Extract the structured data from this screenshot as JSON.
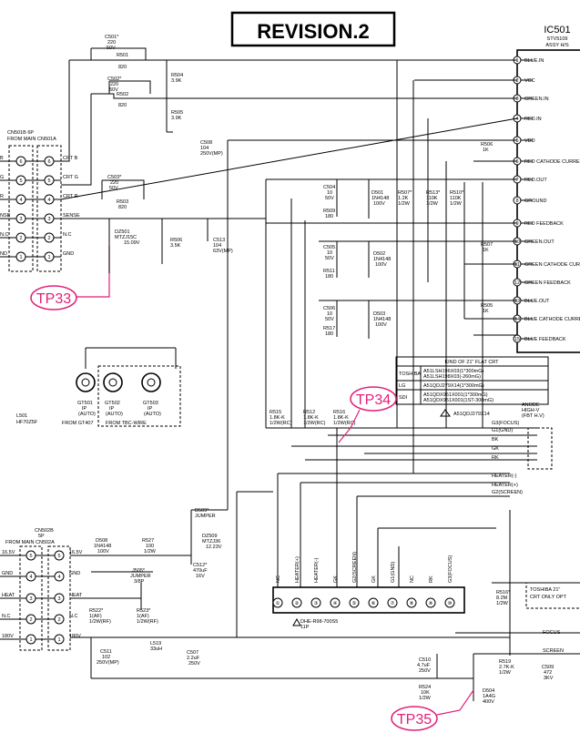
{
  "revision_title": "REVISION.2",
  "ic": {
    "name": "IC501",
    "part": "STV5109",
    "assy": "ASSY H/S"
  },
  "ic_pins": [
    {
      "n": "1",
      "label": "BLUE.IN"
    },
    {
      "n": "2",
      "label": "VCC"
    },
    {
      "n": "3",
      "label": "GREEN.IN"
    },
    {
      "n": "4",
      "label": "RED.IN"
    },
    {
      "n": "5",
      "label": "VDD"
    },
    {
      "n": "6",
      "label": "RED CATHODE CURRENT"
    },
    {
      "n": "7",
      "label": "RED.OUT"
    },
    {
      "n": "8",
      "label": "GROUND"
    },
    {
      "n": "9",
      "label": "RED FEEDBACK"
    },
    {
      "n": "10",
      "label": "GREEN.OUT"
    },
    {
      "n": "11",
      "label": "GREEN CATHODE CURRENT"
    },
    {
      "n": "12",
      "label": "GREEN FEEDBACK"
    },
    {
      "n": "13",
      "label": "BLUE.OUT"
    },
    {
      "n": "14",
      "label": "BLUE CATHODE CURRENT"
    },
    {
      "n": "15",
      "label": "BLUE FEEDBACK"
    }
  ],
  "connector_top": {
    "name": "CN501B 6P",
    "sub": "FROM MAIN CN501A"
  },
  "connector_top_pins": [
    {
      "n": "6",
      "label": "CRT B"
    },
    {
      "n": "5",
      "label": "CRT G"
    },
    {
      "n": "4",
      "label": "CRT R"
    },
    {
      "n": "3",
      "label": "SENSE"
    },
    {
      "n": "2",
      "label": "N.C"
    },
    {
      "n": "1",
      "label": "GND"
    }
  ],
  "connector_top_left": [
    "B",
    "G",
    "R",
    "NSE",
    "N.C",
    "ND"
  ],
  "connector_bottom": {
    "name": "CN502B",
    "pins_count": "5P",
    "sub": "FROM MAIN CN502A"
  },
  "connector_bottom_pins": [
    {
      "n": "5",
      "label": "16.5V"
    },
    {
      "n": "4",
      "label": "GND"
    },
    {
      "n": "3",
      "label": "HEAT"
    },
    {
      "n": "2",
      "label": "N.C"
    },
    {
      "n": "1",
      "label": "180V"
    }
  ],
  "connector_bottom_left": [
    "16.5V",
    "GND",
    "HEAT",
    "N.C",
    "180V"
  ],
  "components": {
    "C501": [
      "C501*",
      "220",
      "50V"
    ],
    "R501": [
      "R501",
      "820"
    ],
    "C502": [
      "C502*",
      "220",
      "50V"
    ],
    "R502": [
      "R502",
      "820"
    ],
    "R504": [
      "R504",
      "3.9K"
    ],
    "R505": [
      "R505",
      "3.9K"
    ],
    "C503": [
      "C503*",
      "220",
      "50V"
    ],
    "R503": [
      "R503",
      "820"
    ],
    "C508": [
      "C508",
      "104",
      "250V(MP)"
    ],
    "DZ501": [
      "DZ501",
      "MTZJ15C",
      "15.09V"
    ],
    "R506": [
      "R506",
      "3.5K"
    ],
    "C513": [
      "C513",
      "104",
      "63V(MP)"
    ],
    "R506b": [
      "R506",
      "1K"
    ],
    "R507": [
      "R507",
      "1K"
    ],
    "R505b": [
      "R505",
      "1K"
    ],
    "C504": [
      "C504",
      "10",
      "50V"
    ],
    "R509": [
      "R509",
      "180"
    ],
    "D501": [
      "D501",
      "1N4148",
      "100V"
    ],
    "R507b": [
      "R507*",
      "1.2K",
      "1/2W"
    ],
    "R513": [
      "R513*",
      "110K",
      "1/2W"
    ],
    "R510": [
      "R510*",
      "110K",
      "1/2W"
    ],
    "C505": [
      "C505",
      "10",
      "50V"
    ],
    "R511": [
      "R511",
      "180"
    ],
    "D502": [
      "D502",
      "1N4148",
      "100V"
    ],
    "C506": [
      "C506",
      "10",
      "50V"
    ],
    "R517": [
      "R517",
      "180"
    ],
    "D503": [
      "D503",
      "1N4148",
      "100V"
    ],
    "GT501": [
      "GT501",
      "IP",
      "(AUTO)",
      "FROM GT407"
    ],
    "GT502": [
      "GT502",
      "IP",
      "(AUTO)"
    ],
    "GT503": [
      "GT503",
      "IP",
      "(AUTO)"
    ],
    "tbc": "FROM TBC-WIRE",
    "L501": [
      "L501",
      "HF70Z5F"
    ],
    "R515": [
      "R515",
      "1.8K-K",
      "1/2W(RC)"
    ],
    "R512": [
      "R512",
      "1.8K-K",
      "1/2W(RC)"
    ],
    "R516": [
      "R516",
      "1.8K-K",
      "1/2W(RC)"
    ],
    "D509": [
      "D509*",
      "JUMPER"
    ],
    "DZ509": [
      "DZ509",
      "MTZJ36",
      "12.23V"
    ],
    "D508": [
      "D508",
      "1N4148",
      "100V"
    ],
    "R527": [
      "R527",
      "100",
      "1/2W"
    ],
    "J505": [
      "J505*",
      "JUMPER",
      "3/8P"
    ],
    "C512": [
      "C512*",
      "470uF",
      "16V"
    ],
    "R522": [
      "R522*",
      "1(AF)",
      "1/2W(RF)"
    ],
    "R523": [
      "R523*",
      "1(AF)",
      "1/2W(RF)"
    ],
    "C511": [
      "C511",
      "102",
      "250V(MP)"
    ],
    "L519": [
      "L519",
      "33uH"
    ],
    "C507": [
      "C507",
      "2.2uF",
      "250V"
    ],
    "C510": [
      "C510",
      "4.7uF",
      "250V"
    ],
    "R524": [
      "R524",
      "10K",
      "1/2W"
    ],
    "D504": [
      "D504",
      "1A4G",
      "400V"
    ],
    "R519": [
      "R519",
      "2.7K-K",
      "1/2W"
    ],
    "C509": [
      "C509",
      "472",
      "3KV"
    ],
    "R516b": [
      "R516*",
      "8.2M",
      "1/2W"
    ]
  },
  "crt_table": {
    "header": "KIND OF 21\" FLAT CRT",
    "rows": [
      [
        "TOSHIBA",
        "A51LSH196X03(1*300mG)",
        "A51LSH198X03(-260mG)"
      ],
      [
        "LG",
        "A51QDJ279X14(1*300mG)",
        ""
      ],
      [
        "SDI",
        "A51QDX951X001(1*300mG)",
        "A51QDX951X001(1ST-300mG)"
      ]
    ],
    "warning": "A51QDJ279X14"
  },
  "crt_socket": {
    "pins": [
      "NC",
      "HEATER(+)",
      "HEATER(-)",
      "GK",
      "G2(SCREEN)",
      "GK",
      "G1(GND)",
      "NC",
      "RK",
      "G3(FOCUS)"
    ],
    "part": "DHE-R98-700S5",
    "sub": "11P",
    "right_labels": [
      "G3(FOCUS)",
      "G1(GND)",
      "BK",
      "GK",
      "RK",
      "HEATER(-)",
      "HEATER(+)",
      "G2(SCREEN)"
    ],
    "anode": [
      "ANODE",
      "HIGH-V",
      "(FBT H.V)"
    ],
    "toshiba": [
      "TOSHIBA 21\"",
      "CRT ONLY OPT"
    ],
    "focus": "FOCUS",
    "screen": "SCREEN"
  },
  "test_points": [
    "TP33",
    "TP34",
    "TP35"
  ]
}
